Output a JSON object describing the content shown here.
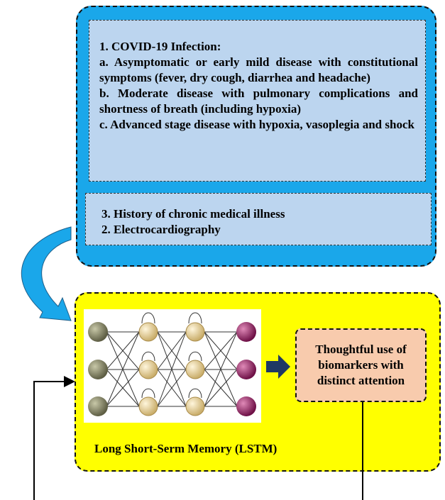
{
  "infection_box": {
    "lines": [
      "1. COVID-19 Infection:",
      "a. Asymptomatic or early mild disease with constitutional symptoms (fever, dry cough, diarrhea and headache)",
      "b. Moderate disease with pulmonary complications and shortness of breath (including hypoxia)",
      "c. Advanced stage disease with hypoxia, vasoplegia and shock"
    ]
  },
  "history_box": {
    "lines": [
      "3. History of chronic medical illness",
      "2. Electrocardiography"
    ]
  },
  "biomarker_box": {
    "text": "Thoughtful use of biomarkers with distinct attention"
  },
  "lstm_label": "Long Short-Serm Memory (LSTM)",
  "colors": {
    "outer_box": "#1aa7ea",
    "inner_box": "#bcd5ef",
    "lstm_box": "#ffff00",
    "biomarker_box": "#f8cbad",
    "arrow_dark": "#1f3864",
    "node_input": "#6b6b4e",
    "node_hidden": "#d8c48a",
    "node_output": "#8a1a5a"
  }
}
